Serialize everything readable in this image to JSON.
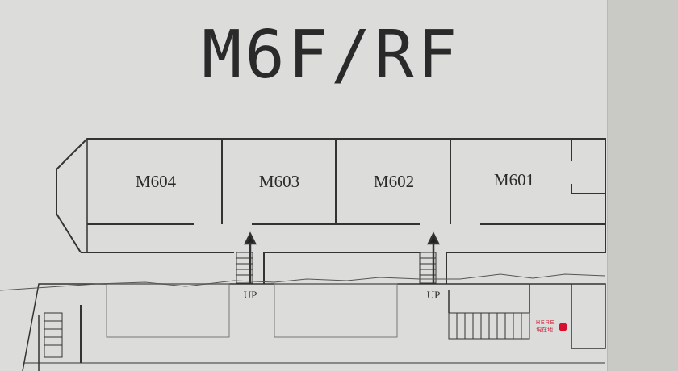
{
  "sign": {
    "title": "M6F/RF",
    "rooms": [
      "M604",
      "M603",
      "M602",
      "M601"
    ],
    "stairs": [
      {
        "label": "UP"
      },
      {
        "label": "UP"
      }
    ],
    "marker": {
      "label_en": "HERE",
      "label_jp": "現在地",
      "color": "#d80f2e"
    }
  }
}
